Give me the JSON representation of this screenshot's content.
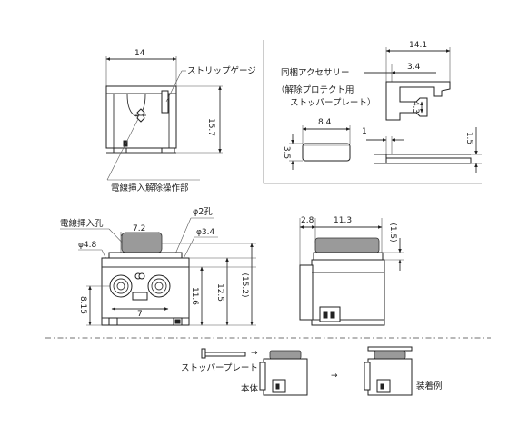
{
  "top_left": {
    "dim_width": "14",
    "dim_height": "15.7",
    "label_strip_gauge": "ストリップゲージ",
    "label_release_part": "電線挿入解除操作部"
  },
  "top_right": {
    "title_line1": "同梱アクセサリー",
    "title_line2": "（解除プロテクト用",
    "title_line3": "ストッパープレート）",
    "dim_total": "14.1",
    "dim_gap": "3.4",
    "dim_slot": "4.3",
    "dim_plate_h": "1.5",
    "dim_one": "1",
    "dim_block_w": "8.4",
    "dim_block_h": "3.5"
  },
  "front_view": {
    "label_wire_hole": "電線挿入孔",
    "label_hole_2": "φ2孔",
    "dim_7_2": "7.2",
    "dim_phi_4_8": "φ4.8",
    "dim_phi_3_4": "φ3.4",
    "dim_8_15": "8.15",
    "dim_7": "7",
    "dim_11_6": "11.6",
    "dim_12_5": "12.5",
    "dim_15_2": "(15.2)"
  },
  "side_view": {
    "dim_2_8": "2.8",
    "dim_11_3": "11.3",
    "dim_1_5": "(1.5)"
  },
  "assembly": {
    "label_stopper": "ストッパープレート",
    "label_body": "本体",
    "label_mounted": "装着例",
    "arrow_1": "→",
    "arrow_2": "→"
  }
}
